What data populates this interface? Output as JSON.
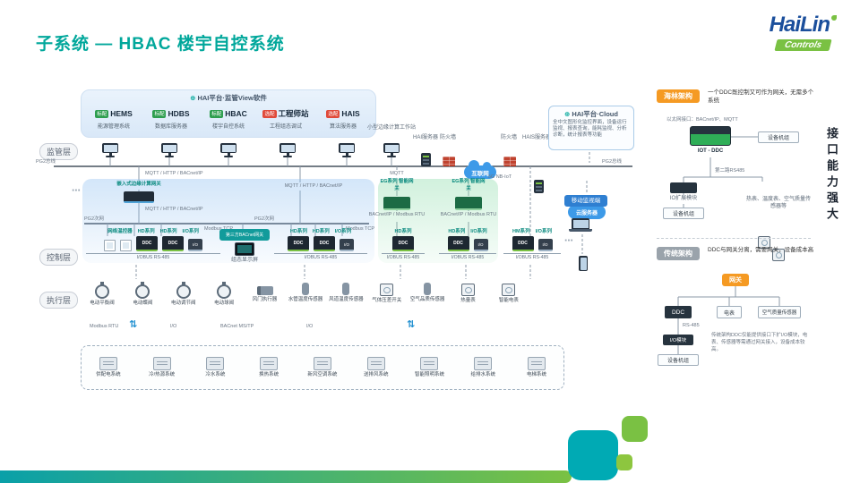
{
  "title": "子系统 — HBAC 楼宇自控系统",
  "logo": {
    "name": "HaiLin",
    "sub": "Controls"
  },
  "side_note": "接口能力强大",
  "icons": {
    "platform_logo": "⊕",
    "bidirectional_arrow": "⇅",
    "ellipsis": "⋯"
  },
  "layers": {
    "supervision": "监管层",
    "control": "控制层",
    "execution": "执行层"
  },
  "supervision": {
    "box_title": "HAI平台·监管View软件",
    "apps": [
      {
        "tag": "标配",
        "name": "HEMS",
        "desc": "能源管理系统"
      },
      {
        "tag": "标配",
        "name": "HDBS",
        "desc": "数据库服务器"
      },
      {
        "tag": "标配",
        "name": "HBAC",
        "desc": "楼宇自控系统"
      },
      {
        "tag": "选配",
        "name": "工程师站",
        "desc": "工程组态调试"
      },
      {
        "tag": "选配",
        "name": "HAIS",
        "desc": "算法服务器"
      }
    ],
    "bus_label_left": "PG2总线",
    "bus_label_right": "PG2总线",
    "edge_station": "小型边缘计算工作站",
    "hai_server": "HAI服务器",
    "firewall_left": "防火墙",
    "internet": "互联网",
    "firewall_right": "防火墙",
    "hais_server": "HAIS服务器"
  },
  "cloud": {
    "title": "HAI平台·Cloud",
    "desc": "全中文图形化监控界面，设备运行监视、报表查询，能耗监视、分析诊断，统计报表等功能",
    "server": "云服务器",
    "mobile": "移动监视端"
  },
  "protocols": {
    "top_left": "MQTT / HTTP / BACnet/IP",
    "below_gw": "MQTT / HTTP / BACnet/IP",
    "mid": "MQTT / HTTP / BACnet/IP",
    "mqtt": "MQTT",
    "nbiot": "5G NB-IoT",
    "pg2_left": "PG2次网",
    "pg2_mid": "PG2次网",
    "modbus_tcp_1": "Modbus TCP",
    "modbus_tcp_2": "Modbus TCP",
    "eg_down_1": "BACnet/IP / Modbus RTU",
    "eg_down_2": "BACnet/IP / Modbus RTU",
    "exec_1": "Modbus RTU",
    "exec_2": "I/O",
    "exec_3": "BACnet MS/TP",
    "exec_4": "I/O"
  },
  "gateways": {
    "edge": "嵌入式边缘计算网关",
    "eg1": "EG系列 智能网关",
    "eg2": "EG系列 智能网关",
    "bacnet_third": "第三方BACnet网关",
    "display": "组态显示屏"
  },
  "control": {
    "ddc": "DDC",
    "io": "I/O",
    "bus": "I/OBUS RS-485",
    "c1_heads": [
      "网络温控器",
      "HD系列",
      "HD系列",
      "I/O系列"
    ],
    "c3_heads": [
      "HD系列",
      "HD系列",
      "I/O系列"
    ],
    "c4_heads": [
      "HD系列"
    ],
    "c5_heads": [
      "HD系列",
      "I/O系列"
    ],
    "c6_heads": [
      "HM系列",
      "I/O系列"
    ]
  },
  "execution": {
    "devices": [
      "电动平衡阀",
      "电动蝶阀",
      "电动调节阀",
      "电动球阀",
      "风门执行器",
      "水管温度传感器",
      "风道温度传感器",
      "气体压差开关",
      "空气品质传感器",
      "热量表",
      "智能电表"
    ]
  },
  "subsystems": [
    "供配电系统",
    "冷/热源系统",
    "冷水系统",
    "换热系统",
    "新风空调系统",
    "送排风系统",
    "智能照明系统",
    "给排水系统",
    "电梯系统"
  ],
  "right_panel": {
    "hailin": {
      "tag": "海林架构",
      "desc": "一个DDC既控制又可作为网关，无需多个系统",
      "eth_note": "以太网接口：BACnet/IP、MQTT",
      "device": "IOT - DDC",
      "unit_right": "设备机组",
      "rs485": "第二路RS485",
      "io_ext": "IO扩展模块",
      "unit_left": "设备机组",
      "sensors": "热表、温度表、空气质量传感器等"
    },
    "traditional": {
      "tag": "传统架构",
      "desc": "DDC与网关分离，需要网关，设备成本高",
      "gateway": "网关",
      "ddc": "DDC",
      "meter": "电表",
      "air_sensor": "空气质量传感器",
      "rs485": "RS-485",
      "io_module": "I/O模块",
      "unit": "设备机组",
      "note": "传统架构DDC仅能提供接口下扩I/O模块，电表、传感器等需通过网关接入，设备成本较高。"
    }
  }
}
